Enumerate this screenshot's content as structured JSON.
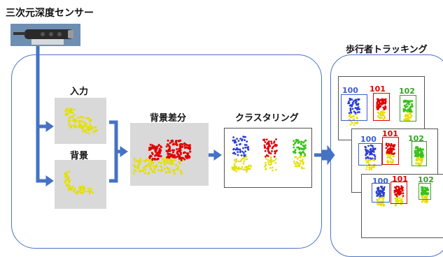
{
  "sensor": {
    "title": "三次元深度センサー"
  },
  "steps": {
    "input_label": "入力",
    "background_label": "背景",
    "subtraction_label": "背景差分",
    "clustering_label": "クラスタリング",
    "tracking_label": "歩行者トラッキング"
  },
  "tracking": {
    "ids": [
      "100",
      "101",
      "102"
    ],
    "id_colors": [
      "#3a5fc8",
      "#e00000",
      "#3aa02a"
    ]
  },
  "colors": {
    "panel_border": "#4a74c4",
    "arrow": "#4472c4",
    "point_yellow": "#e3e000",
    "point_red": "#e00000",
    "point_blue": "#2a3fd0",
    "point_green": "#39c21a"
  }
}
